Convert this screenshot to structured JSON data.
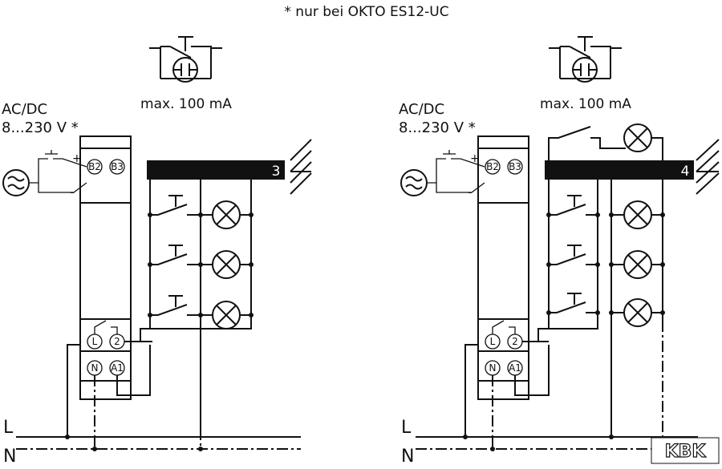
{
  "footnote": "* nur bei OKTO ES12-UC",
  "logo_text": "KBK",
  "left": {
    "supply_line1": "AC/DC",
    "supply_line2": "8...230 V *",
    "pushbutton_current": "max. 100 mA",
    "wire_count": "3",
    "terminals": {
      "b2": "B2",
      "b3": "B3",
      "l": "L",
      "t2": "2",
      "n": "N",
      "a1": "A1"
    },
    "plus": "+",
    "minus": "-"
  },
  "right": {
    "supply_line1": "AC/DC",
    "supply_line2": "8...230 V *",
    "pushbutton_current": "max. 100 mA",
    "wire_count": "4",
    "terminals": {
      "b2": "B2",
      "b3": "B3",
      "l": "L",
      "t2": "2",
      "n": "N",
      "a1": "A1"
    },
    "plus": "+",
    "minus": "-"
  },
  "rail_labels": {
    "l": "L",
    "n": "N"
  }
}
